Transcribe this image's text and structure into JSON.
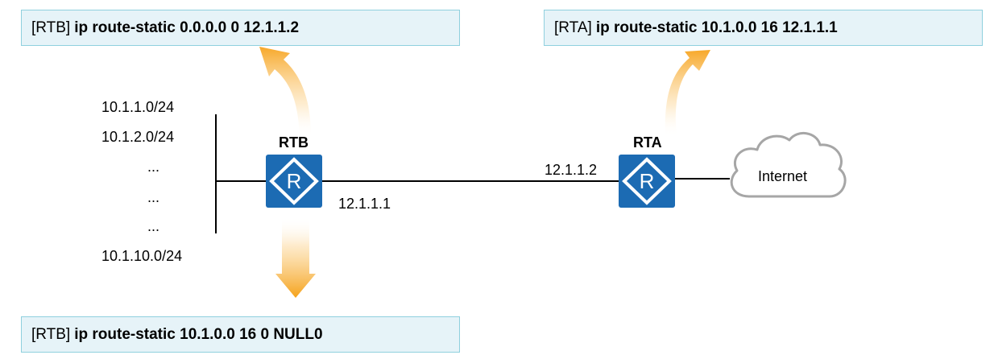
{
  "commands": {
    "rtb_top": {
      "prefix": "[RTB]",
      "command": "ip route-static 0.0.0.0 0 12.1.1.2"
    },
    "rta_top": {
      "prefix": "[RTA]",
      "command": "ip route-static 10.1.0.0 16 12.1.1.1"
    },
    "rtb_bottom": {
      "prefix": "[RTB]",
      "command": "ip route-static 10.1.0.0 16 0 NULL0"
    }
  },
  "networks": [
    "10.1.1.0/24",
    "10.1.2.0/24",
    "...",
    "...",
    "...",
    "10.1.10.0/24"
  ],
  "routers": {
    "rtb": {
      "name": "RTB",
      "interface_ip": "12.1.1.1"
    },
    "rta": {
      "name": "RTA",
      "interface_ip": "12.1.1.2"
    }
  },
  "cloud": {
    "label": "Internet"
  },
  "colors": {
    "router_fill": "#1c6bb3",
    "box_fill": "#e6f3f8",
    "box_border": "#8fd0de",
    "arrow": "#f7a829"
  },
  "icons": {
    "router": "router-icon",
    "cloud": "cloud-icon",
    "arrow": "arrow-icon"
  }
}
